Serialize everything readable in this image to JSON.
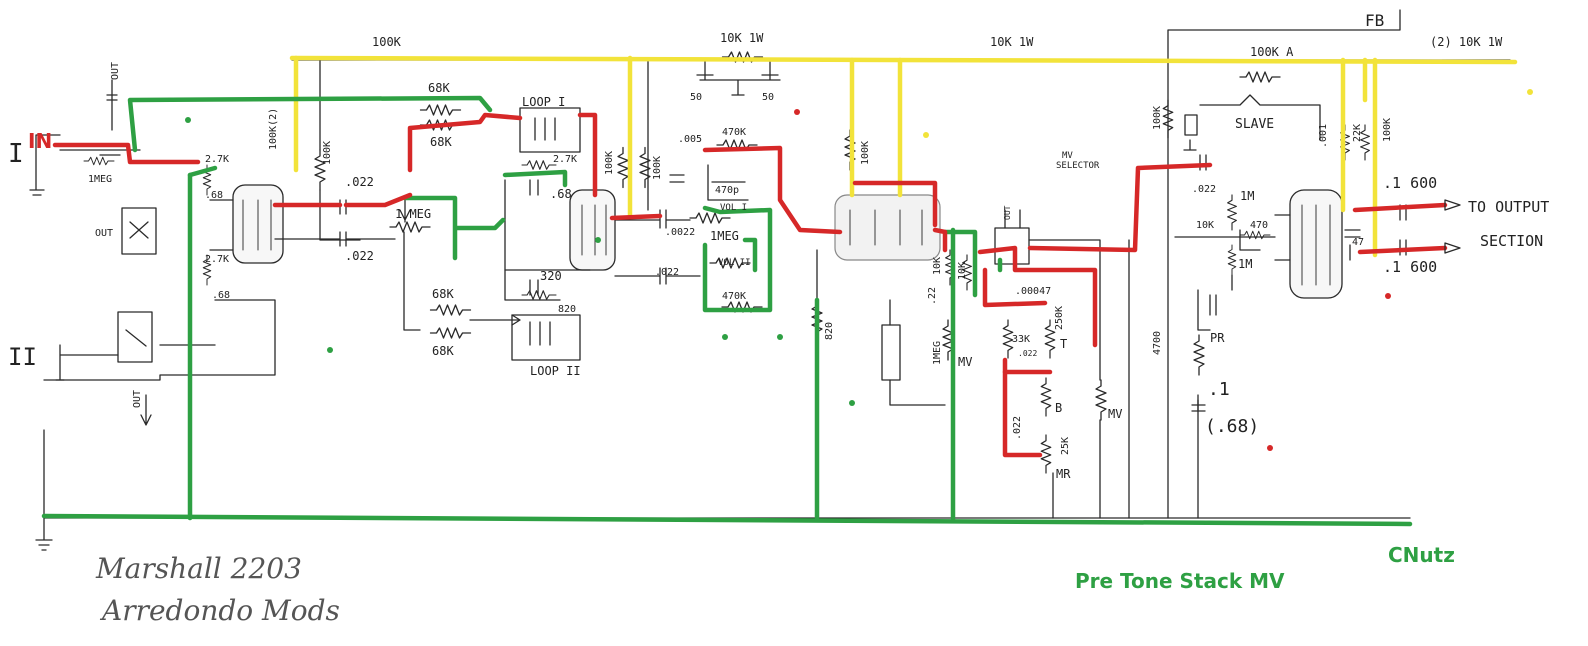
{
  "colors": {
    "red_wire": "#d62828",
    "yellow_wire": "#f2e33a",
    "green_wire": "#2ea043",
    "ink": "#2a2a2a",
    "annotation_red": "#d62828",
    "annotation_green": "#2ea043"
  },
  "annotations": {
    "input_label": "IN",
    "tone_stack_label": "Pre Tone Stack MV",
    "author": "CNutz"
  },
  "title": {
    "line1": "Marshall 2203",
    "line2": "Arredondo Mods"
  },
  "labels": {
    "r_100k_top": "100K",
    "r_10k1w_a": "10K 1W",
    "r_10k1w_b": "10K 1W",
    "r_10k1w_c": "(2) 10K 1W",
    "fb": "FB",
    "r_100kA": "100K A",
    "slave": "SLAVE",
    "c_50a": "50",
    "c_50b": "50",
    "r_68k_a": "68K",
    "r_68k_b": "68K",
    "loop1": "LOOP I",
    "loop2": "LOOP II",
    "r_68k_c": "68K",
    "r_68k_d": "68K",
    "r_1meg_input": "1MEG",
    "r_2_7k_a": "2.7K",
    "r_2_7k_b": "2.7K",
    "r_2_7k_c": "2.7K",
    "c_68_a": ".68",
    "c_68_b": ".68",
    "c_68_c": ".68",
    "r_100k2": "100K(2)",
    "r_100k_b": "100K",
    "c_022_a": ".022",
    "c_022_b": ".022",
    "pot_1meg_a": "1 MEG",
    "r_320": "320",
    "r_820": "820",
    "r_100k_c": "100K",
    "r_100k_d": "100K",
    "c_005": ".005",
    "r_470k_a": "470K",
    "c_470p": "470p",
    "vol1": "VOL I",
    "c_0022": ".0022",
    "pot_1meg_b": "1MEG",
    "c_022_c": ".022",
    "vol2": "VOL II",
    "r_470k_b": "470K",
    "r_100k_e": "100K",
    "r_820_b": "820",
    "mv_selector_1": "MV",
    "mv_selector_2": "SELECTOR",
    "out_small": "OUT",
    "c_22": ".22",
    "r_10k_a": "10K",
    "r_10k_b": "10K",
    "pot_1meg_mv": "1MEG",
    "mv_a": "MV",
    "c_00047": ".00047",
    "r_33k": "33K",
    "c_022_d": ".022",
    "pot_250k": "250K",
    "t": "T",
    "b": "B",
    "c_022_e": ".022",
    "r_25k": "25K",
    "mr": "MR",
    "mv_b": "MV",
    "r_100k_f": "100K",
    "c_022_f": ".022",
    "r_1m_a": "1M",
    "r_10k_c": "10K",
    "r_470": "470",
    "r_1m_b": "1M",
    "c_001": ".001",
    "r_22k": "22K",
    "r_100k_g": "100K",
    "c_1_600a": ".1 600",
    "c_1_600b": ".1 600",
    "c_47": "47",
    "to_output_1": "TO OUTPUT",
    "to_output_2": "SECTION",
    "r_4700": "4700",
    "pr": "PR",
    "c_1": ".1",
    "c_68_par": "(.68)",
    "ch1": "I",
    "ch2": "II",
    "out_a": "OUT",
    "out_b": "OUT",
    "out_c": "OUT"
  }
}
